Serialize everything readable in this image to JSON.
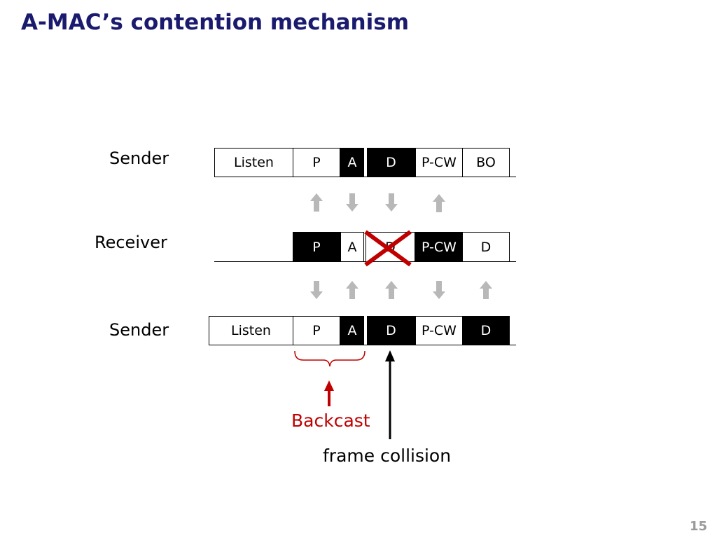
{
  "slide": {
    "title": "A-MAC’s contention mechanism",
    "page_number": "15"
  },
  "rows": [
    {
      "label": "Sender",
      "cells": [
        {
          "text": "Listen",
          "dark": false
        },
        {
          "text": "P",
          "dark": false
        },
        {
          "text": "A",
          "dark": true
        },
        {
          "text": "D",
          "dark": true
        },
        {
          "text": "P-CW",
          "dark": false
        },
        {
          "text": "BO",
          "dark": false
        }
      ]
    },
    {
      "label": "Receiver",
      "cells": [
        {
          "text": "P",
          "dark": true
        },
        {
          "text": "A",
          "dark": false
        },
        {
          "text": "D",
          "dark": false,
          "crossed": true
        },
        {
          "text": "P-CW",
          "dark": true
        },
        {
          "text": "D",
          "dark": false
        }
      ]
    },
    {
      "label": "Sender",
      "cells": [
        {
          "text": "Listen",
          "dark": false
        },
        {
          "text": "P",
          "dark": false
        },
        {
          "text": "A",
          "dark": true
        },
        {
          "text": "D",
          "dark": true
        },
        {
          "text": "P-CW",
          "dark": false
        },
        {
          "text": "D",
          "dark": true
        }
      ]
    }
  ],
  "arrows_top": [
    "up",
    "down",
    "down",
    "up"
  ],
  "arrows_bottom": [
    "down",
    "up",
    "up",
    "down",
    "up"
  ],
  "annotations": {
    "backcast": "Backcast",
    "collision": "frame collision"
  },
  "colors": {
    "title": "#1a1a6e",
    "accent": "#c00000",
    "arrow_gray": "#b8b8b8"
  }
}
